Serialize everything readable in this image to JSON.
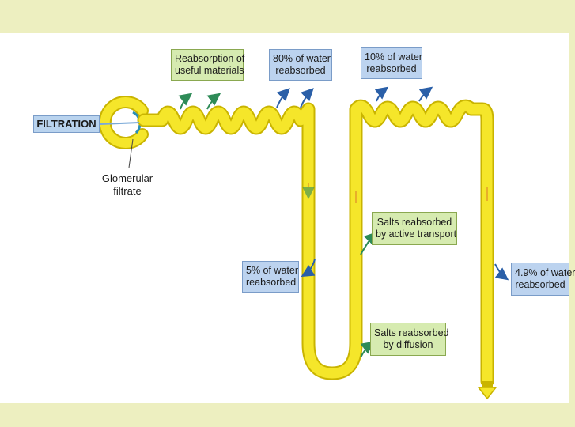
{
  "labels": {
    "filtration": "FILTRATION",
    "glomerular_line1": "Glomerular",
    "glomerular_line2": "filtrate",
    "reabsorption_useful_line1": "Reabsorption of",
    "reabsorption_useful_line2": "useful materials",
    "water_80_line1": "80% of water",
    "water_80_line2": "reabsorbed",
    "water_10_line1": "10% of water",
    "water_10_line2": "reabsorbed",
    "salts_active_line1": "Salts reabsorbed",
    "salts_active_line2": "by active transport",
    "water_5_line1": "5% of water",
    "water_5_line2": "reabsorbed",
    "salts_diffusion_line1": "Salts reabsorbed",
    "salts_diffusion_line2": "by diffusion",
    "water_49_line1": "4.9% of water",
    "water_49_line2": "reabsorbed"
  },
  "colors": {
    "tubule": "#f5e62a",
    "tubule_edge": "#c9b400",
    "green_box": "#d6ebb0",
    "blue_box": "#bcd3ef",
    "arrow_green": "#2e8b57",
    "arrow_blue": "#2a5fa8",
    "top_bottom_band": "#edefc0"
  }
}
